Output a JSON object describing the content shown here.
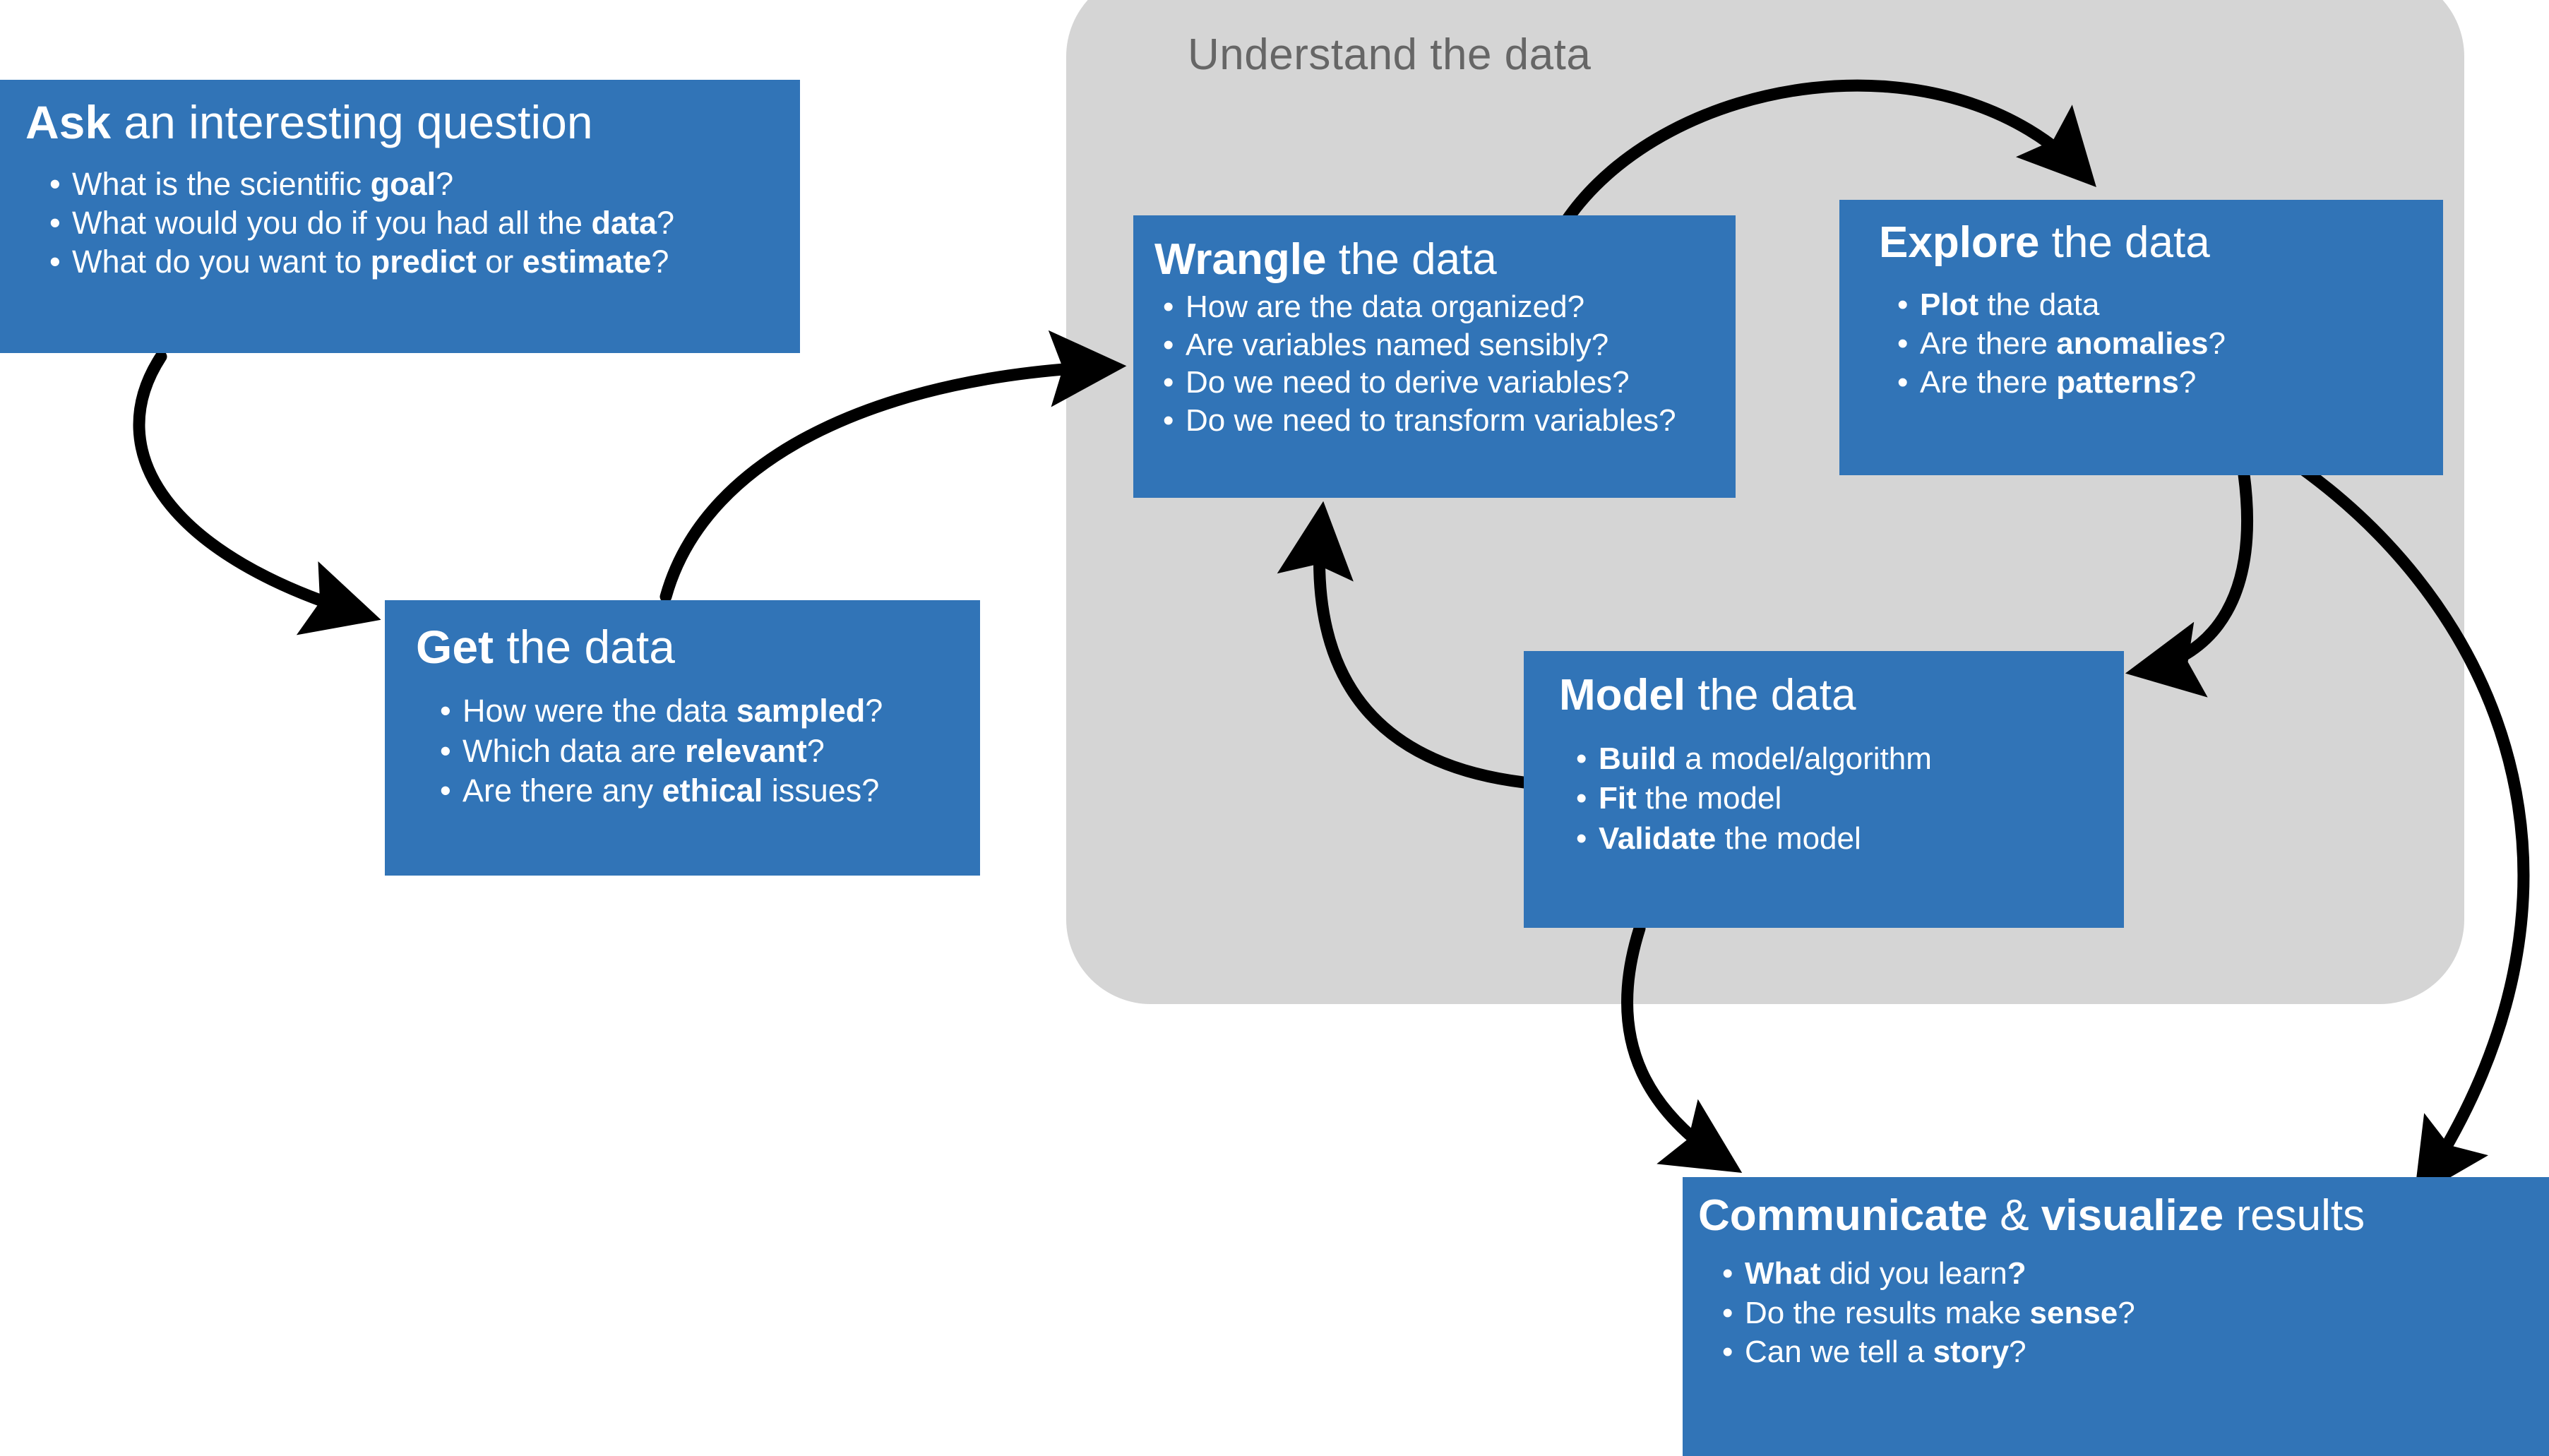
{
  "diagram": {
    "group_label": "Understand the data",
    "accent_color": "#3174b7",
    "panel_color": "#d5d5d5",
    "arrow_color": "#000000",
    "label_color": "#666666"
  },
  "boxes": {
    "ask": {
      "title_bold": "Ask",
      "title_rest": " an interesting question",
      "bullets": [
        {
          "pre": "What is the scientific ",
          "bold": "goal",
          "post": "?"
        },
        {
          "pre": "What would you do if you had all the ",
          "bold": "data",
          "post": "?"
        },
        {
          "pre": "What do you want to ",
          "bold": "predict",
          "post": " or ",
          "bold2": "estimate",
          "post2": "?"
        }
      ]
    },
    "get": {
      "title_bold": "Get",
      "title_rest": " the data",
      "bullets": [
        {
          "pre": "How were the data ",
          "bold": "sampled",
          "post": "?"
        },
        {
          "pre": "Which data are ",
          "bold": "relevant",
          "post": "?"
        },
        {
          "pre": "Are there any ",
          "bold": "ethical",
          "post": " issues?"
        }
      ]
    },
    "wrangle": {
      "title_bold": "Wrangle",
      "title_rest": " the data",
      "bullets": [
        {
          "pre": "How are the data organized?",
          "bold": "",
          "post": ""
        },
        {
          "pre": "Are variables named sensibly?",
          "bold": "",
          "post": ""
        },
        {
          "pre": "Do we need to derive variables?",
          "bold": "",
          "post": ""
        },
        {
          "pre": "Do we need to transform variables?",
          "bold": "",
          "post": ""
        }
      ]
    },
    "explore": {
      "title_bold": "Explore",
      "title_rest": " the data",
      "bullets": [
        {
          "pre": "",
          "bold": "Plot",
          "post": " the data"
        },
        {
          "pre": "Are there ",
          "bold": "anomalies",
          "post": "?"
        },
        {
          "pre": "Are there ",
          "bold": "patterns",
          "post": "?"
        }
      ]
    },
    "model": {
      "title_bold": "Model",
      "title_rest": " the data",
      "bullets": [
        {
          "pre": "",
          "bold": "Build",
          "post": " a model/algorithm"
        },
        {
          "pre": "",
          "bold": "Fit",
          "post": " the model"
        },
        {
          "pre": "",
          "bold": "Validate",
          "post": " the model"
        }
      ]
    },
    "communicate": {
      "title_bold": "Communicate",
      "title_mid": " & ",
      "title_bold2": "visualize",
      "title_rest": "  results",
      "bullets": [
        {
          "pre": "",
          "bold": "What",
          "post": " did you learn",
          "bold2": "?",
          "post2": ""
        },
        {
          "pre": "Do the results make ",
          "bold": "sense",
          "post": "?"
        },
        {
          "pre": "Can we tell a ",
          "bold": "story",
          "post": "?"
        }
      ]
    }
  },
  "arrows": [
    {
      "name": "ask-to-get",
      "from": "ask",
      "to": "get"
    },
    {
      "name": "get-to-wrangle",
      "from": "get",
      "to": "wrangle"
    },
    {
      "name": "wrangle-to-explore",
      "from": "wrangle",
      "to": "explore"
    },
    {
      "name": "explore-to-model",
      "from": "explore",
      "to": "model"
    },
    {
      "name": "explore-to-communicate",
      "from": "explore",
      "to": "communicate"
    },
    {
      "name": "model-to-wrangle",
      "from": "model",
      "to": "wrangle"
    },
    {
      "name": "model-to-communicate",
      "from": "model",
      "to": "communicate"
    }
  ]
}
